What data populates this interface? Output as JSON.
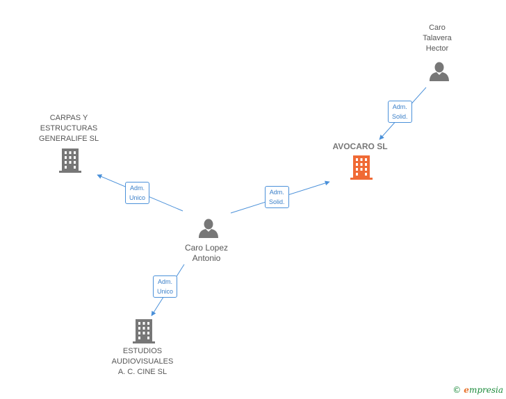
{
  "colors": {
    "edge": "#4a90d9",
    "icon_gray": "#777777",
    "icon_highlight": "#f06a35",
    "brand_green": "#1a8a3a",
    "brand_orange": "#e8732e"
  },
  "nodes": {
    "carpas": {
      "label": "CARPAS Y\nESTRUCTURAS\nGENERALIFE SL",
      "icon": "building-icon"
    },
    "avocaro": {
      "label": "AVOCARO  SL",
      "icon": "building-icon"
    },
    "caro_talavera": {
      "label": "Caro\nTalavera\nHector",
      "icon": "person-icon"
    },
    "caro_lopez": {
      "label": "Caro Lopez\nAntonio",
      "icon": "person-icon"
    },
    "estudios": {
      "label": "ESTUDIOS\nAUDIOVISUALES\nA.  C. CINE SL",
      "icon": "building-icon"
    }
  },
  "edges": {
    "talavera_avocaro": "Adm.\nSolid.",
    "lopez_avocaro": "Adm.\nSolid.",
    "lopez_carpas": "Adm.\nUnico",
    "lopez_estudios": "Adm.\nUnico"
  },
  "footer": {
    "copyright_symbol": "©",
    "brand_initial": "e",
    "brand_rest": "mpresia"
  }
}
